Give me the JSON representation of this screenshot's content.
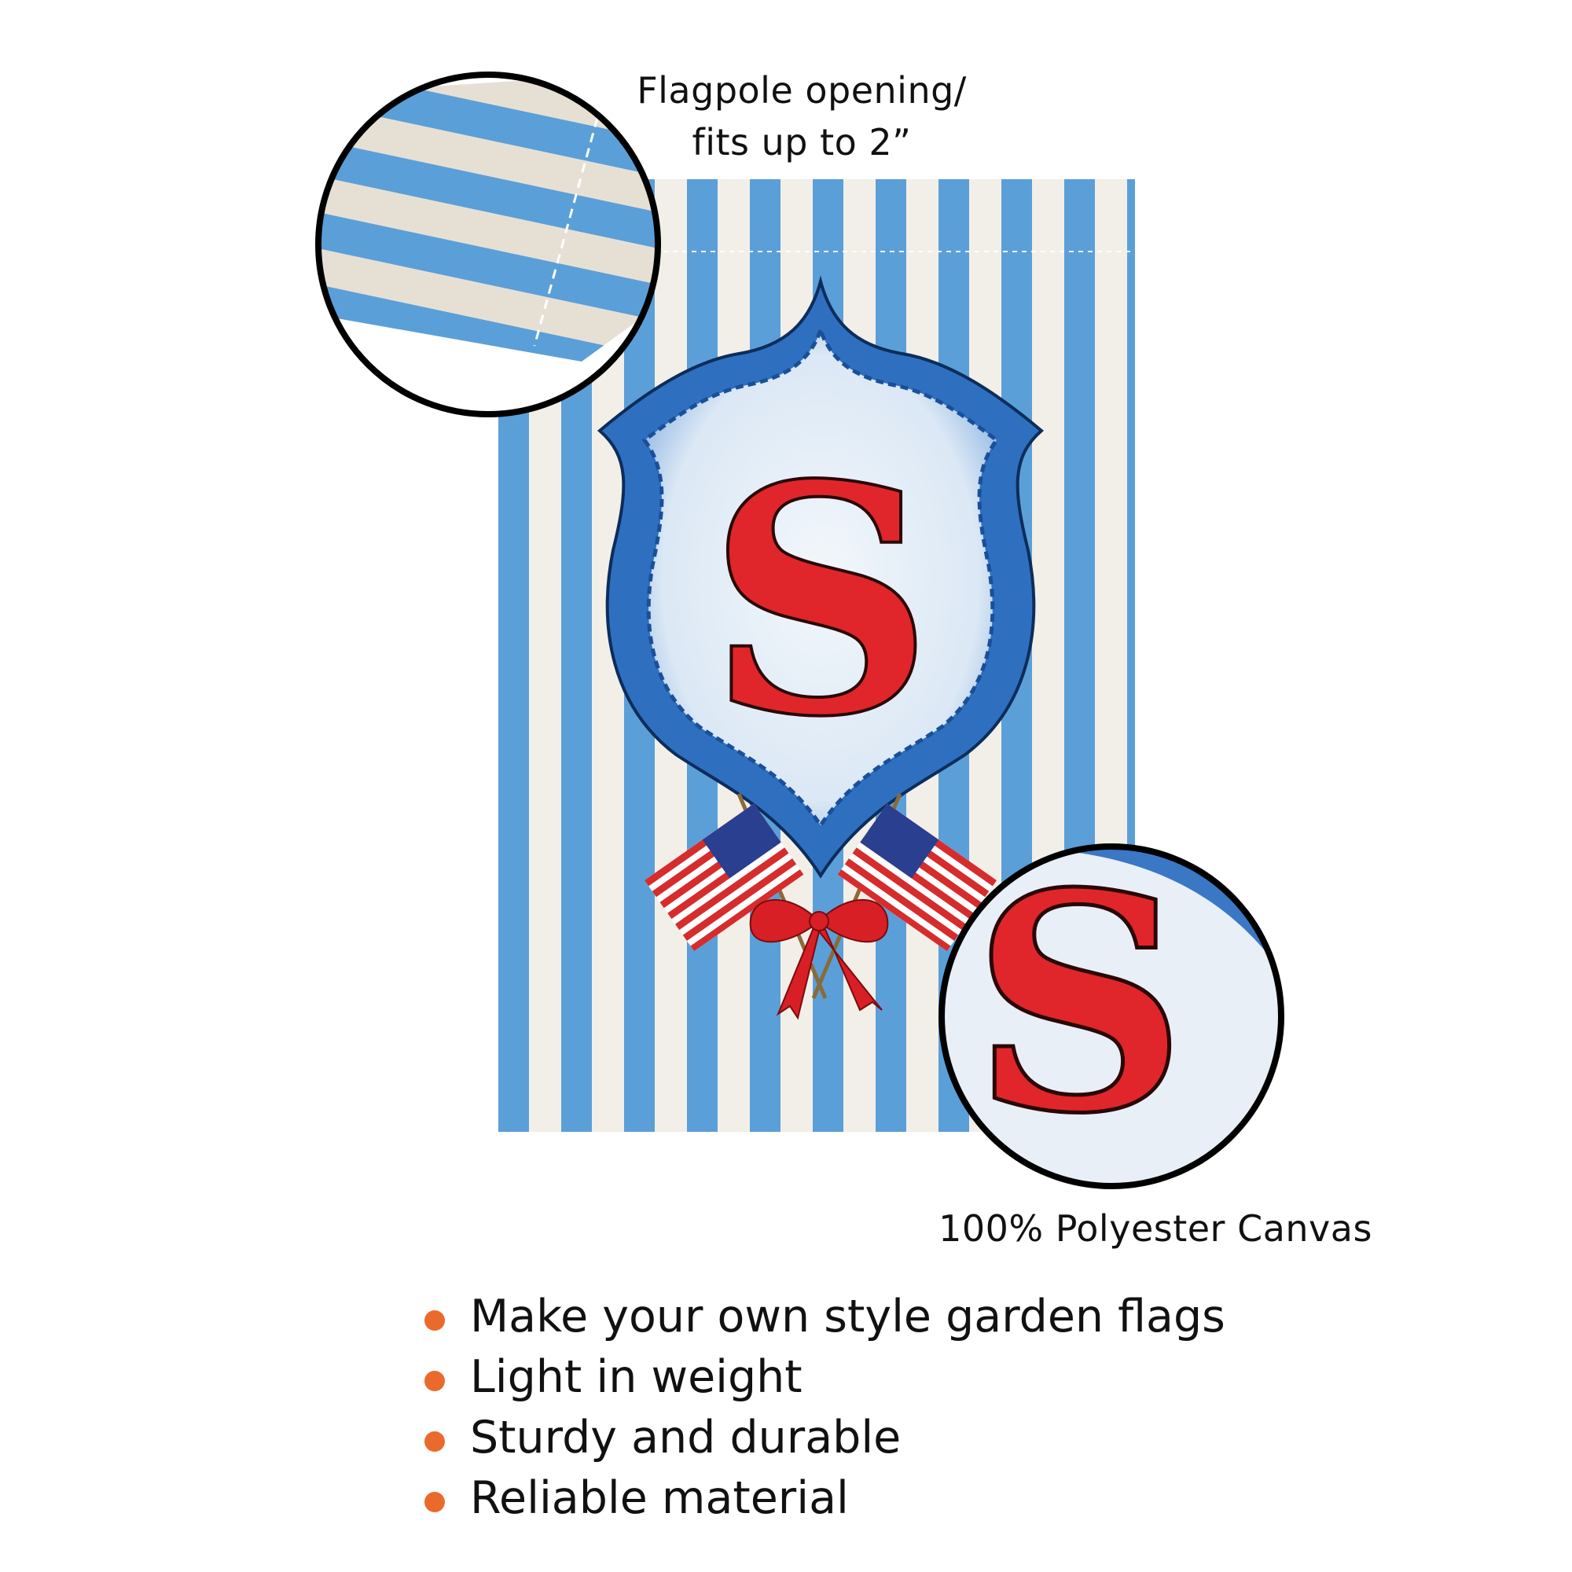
{
  "labels": {
    "flagpole_line1": "Flagpole opening/",
    "flagpole_line2": "fits up to 2”",
    "material": "100% Polyester Canvas"
  },
  "product": {
    "monogram_letter": "S"
  },
  "features": [
    "Make your own style garden flags",
    "Light in weight",
    "Sturdy and durable",
    "Reliable material"
  ],
  "colors": {
    "stripe_blue": "#5b9fd8",
    "stripe_white": "#f2efe8",
    "shield_blue": "#2f6fc0",
    "letter_red": "#e0262a",
    "bullet_orange": "#ea6a2c"
  }
}
